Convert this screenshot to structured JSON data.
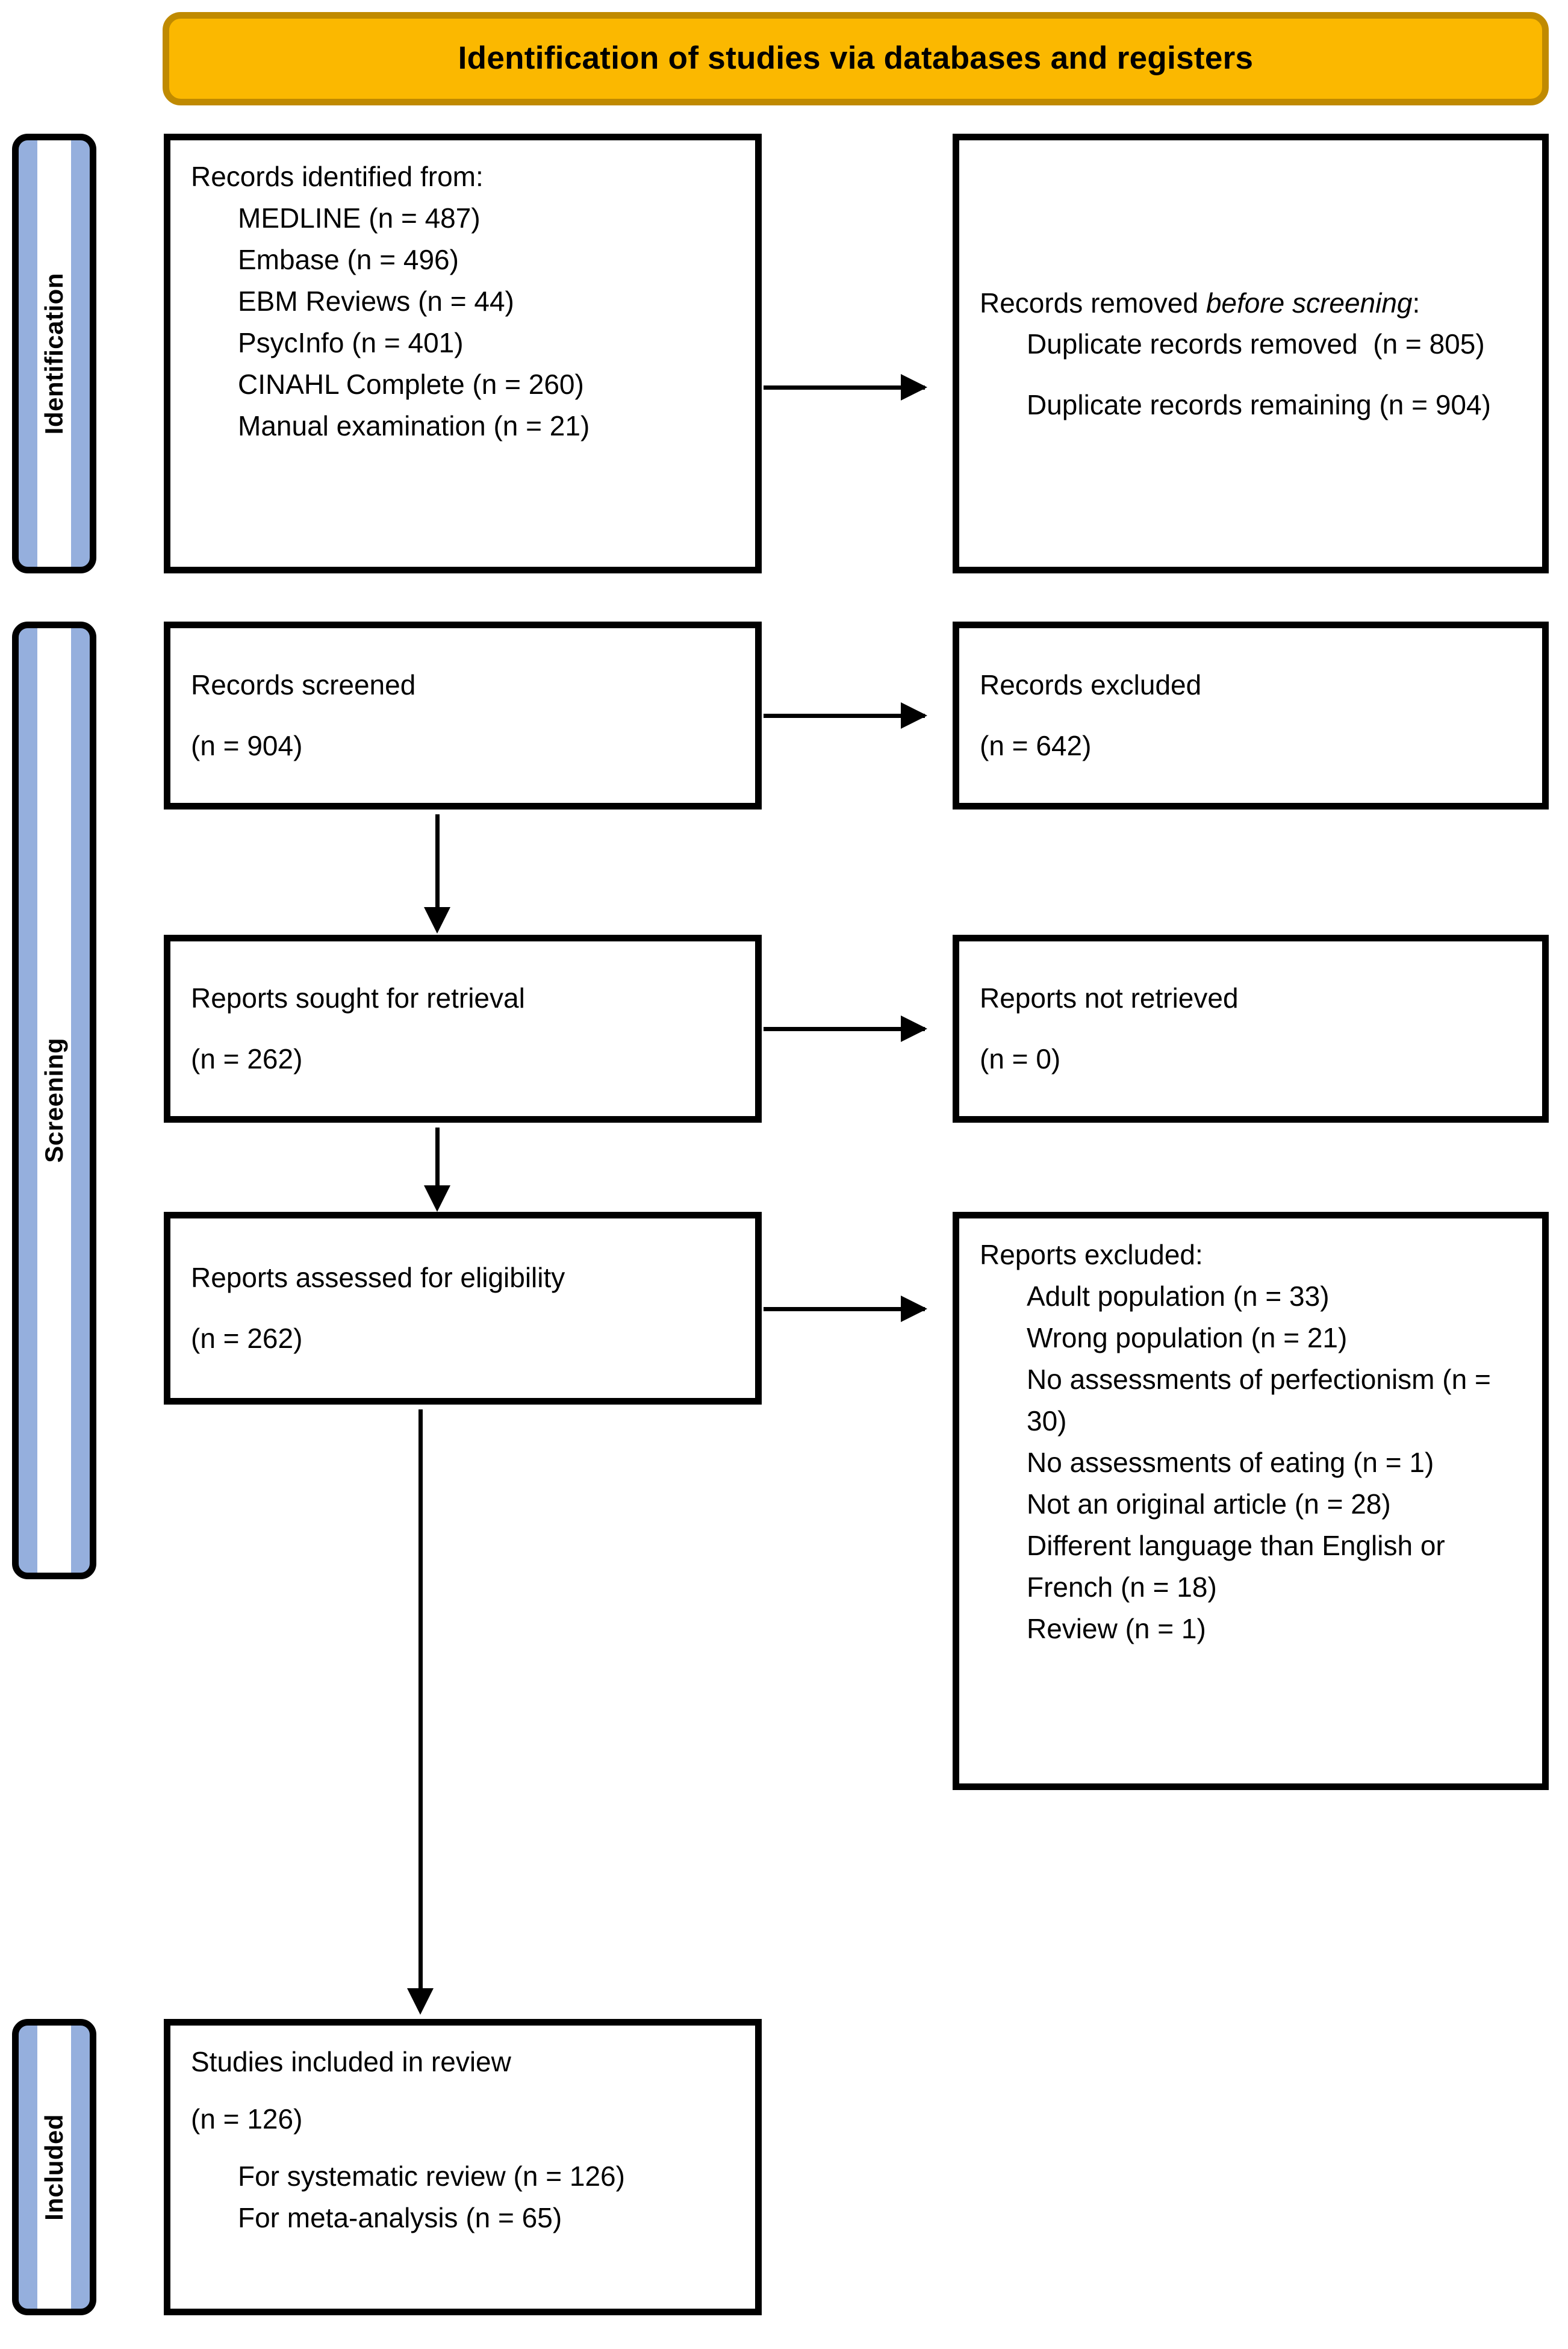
{
  "title": {
    "text": "Identification of studies via databases and registers",
    "fill_color": "#FBB800",
    "border_color": "#C08A00"
  },
  "stages": [
    {
      "key": "identification",
      "label": "Identification"
    },
    {
      "key": "screening",
      "label": "Screening"
    },
    {
      "key": "included",
      "label": "Included"
    }
  ],
  "stage_bar_color": "#95AFDD",
  "boxes": {
    "identified": {
      "heading": "Records identified from:",
      "items": [
        "MEDLINE (n = 487)",
        "Embase (n = 496)",
        "EBM Reviews (n = 44)",
        "PsycInfo (n = 401)",
        "CINAHL Complete (n = 260)",
        "Manual examination (n = 21)"
      ]
    },
    "removed_before_screening": {
      "heading_prefix": "Records removed ",
      "heading_italic": "before screening",
      "heading_suffix": ":",
      "items": [
        "Duplicate records removed  (n = 805)",
        "Duplicate records remaining (n = 904)"
      ]
    },
    "records_screened": {
      "label": "Records screened",
      "count": "(n = 904)"
    },
    "records_excluded": {
      "label": "Records excluded",
      "count": "(n = 642)"
    },
    "reports_sought": {
      "label": "Reports sought for retrieval",
      "count": "(n = 262)"
    },
    "reports_not_retrieved": {
      "label": "Reports not retrieved",
      "count": "(n = 0)"
    },
    "reports_assessed": {
      "label": "Reports assessed for eligibility",
      "count": "(n = 262)"
    },
    "reports_excluded": {
      "heading": "Reports excluded:",
      "items": [
        "Adult population (n = 33)",
        "Wrong population (n = 21)",
        "No assessments of perfectionism (n = 30)",
        "No assessments of eating (n = 1)",
        "Not an original article (n = 28)",
        "Different language than English or French (n = 18)",
        "Review (n = 1)"
      ]
    },
    "studies_included": {
      "label": "Studies included in review",
      "count": "(n = 126)",
      "items": [
        "For systematic review (n = 126)",
        "For meta-analysis (n = 65)"
      ]
    }
  }
}
